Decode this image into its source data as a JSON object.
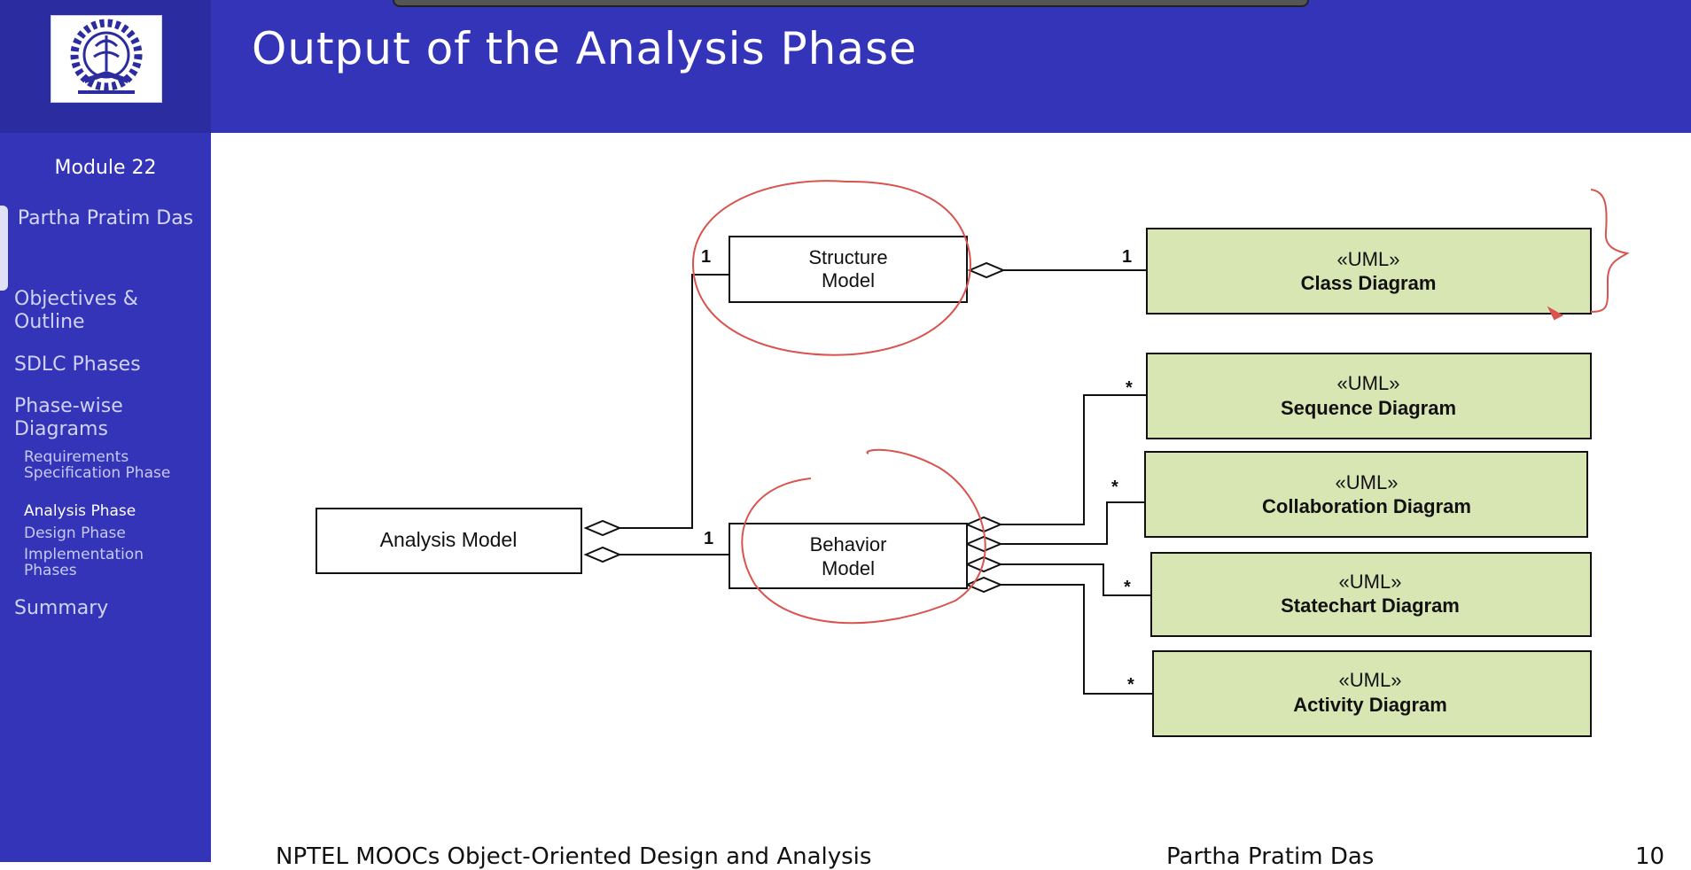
{
  "header": {
    "title": "Output of the Analysis Phase"
  },
  "sidebar": {
    "module": "Module 22",
    "author": "Partha Pratim Das",
    "items": [
      {
        "label": "Objectives & Outline"
      },
      {
        "label": "SDLC Phases"
      },
      {
        "label": "Phase-wise Diagrams"
      }
    ],
    "subitems": [
      {
        "label": "Requirements Specification Phase"
      },
      {
        "label": "Analysis Phase"
      },
      {
        "label": "Design Phase"
      },
      {
        "label": "Implementation Phases"
      }
    ],
    "summary": "Summary"
  },
  "diagram": {
    "analysis_model": "Analysis Model",
    "structure_model": [
      "Structure",
      "Model"
    ],
    "behavior_model": [
      "Behavior",
      "Model"
    ],
    "stereotype": "«UML»",
    "uml_boxes": [
      "Class Diagram",
      "Sequence Diagram",
      "Collaboration Diagram",
      "Statechart Diagram",
      "Activity Diagram"
    ],
    "multiplicity_one": "1",
    "multiplicity_many": "*",
    "box_fill": "#d8e6b4",
    "annotation_color": "#d9534f"
  },
  "footer": {
    "left": "NPTEL MOOCs Object-Oriented Design and Analysis",
    "right": "Partha Pratim Das",
    "page": "10"
  }
}
